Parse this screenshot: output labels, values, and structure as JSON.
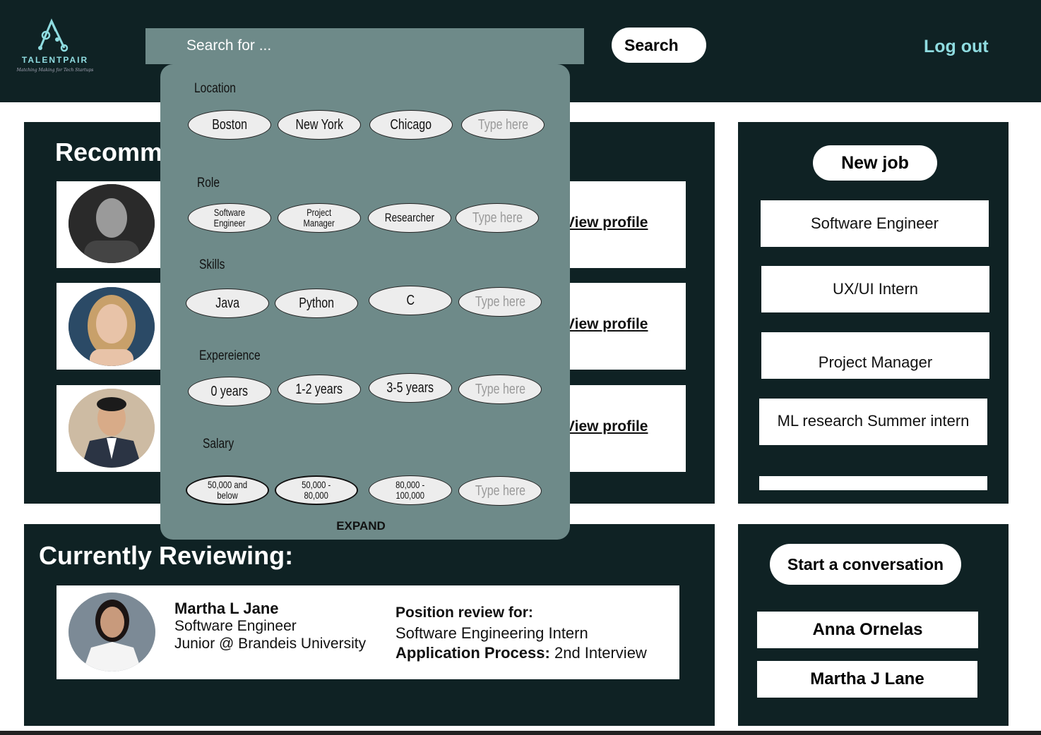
{
  "header": {
    "logo_name": "TALENTPAIR",
    "logo_tagline": "Matching Making for Tech Startups",
    "search_placeholder": "Search for ...",
    "search_button": "Search",
    "logout": "Log out"
  },
  "recommended": {
    "title": "Recommended",
    "cards": [
      {
        "link": "View profile"
      },
      {
        "link": "View profile"
      },
      {
        "link": "View profile"
      }
    ]
  },
  "search_filters": {
    "sections": [
      {
        "label": "Location",
        "options": [
          "Boston",
          "New York",
          "Chicago"
        ],
        "placeholder": "Type here"
      },
      {
        "label": "Role",
        "options": [
          "Software\nEngineer",
          "Project\nManager",
          "Researcher"
        ],
        "placeholder": "Type here"
      },
      {
        "label": "Skills",
        "options": [
          "Java",
          "Python",
          "C"
        ],
        "placeholder": "Type here"
      },
      {
        "label": "Expereience",
        "options": [
          "0 years",
          "1-2 years",
          "3-5 years"
        ],
        "placeholder": "Type here"
      },
      {
        "label": "Salary",
        "options": [
          "50,000 and\nbelow",
          "50,000 -\n80,000",
          "80,000 -\n100,000"
        ],
        "placeholder": "Type here"
      }
    ],
    "expand": "EXPAND"
  },
  "jobs": {
    "new_job_button": "New job",
    "items": [
      "Software Engineer",
      "UX/UI Intern",
      "Project Manager",
      "ML research Summer intern",
      ""
    ]
  },
  "reviewing": {
    "title": "Currently Reviewing:",
    "name": "Martha L Jane",
    "role": "Software Engineer",
    "school": "Junior @ Brandeis University",
    "position_label": "Position review for:",
    "position_value": "Software Engineering Intern",
    "process_label": "Application Process:",
    "process_value": "2nd Interview"
  },
  "conversations": {
    "start_button": "Start a conversation",
    "people": [
      "Anna Ornelas",
      "Martha J Lane"
    ]
  },
  "colors": {
    "dark_panel": "#0f2224",
    "accent": "#8fdce0",
    "dropdown_bg": "#6e8a89"
  }
}
